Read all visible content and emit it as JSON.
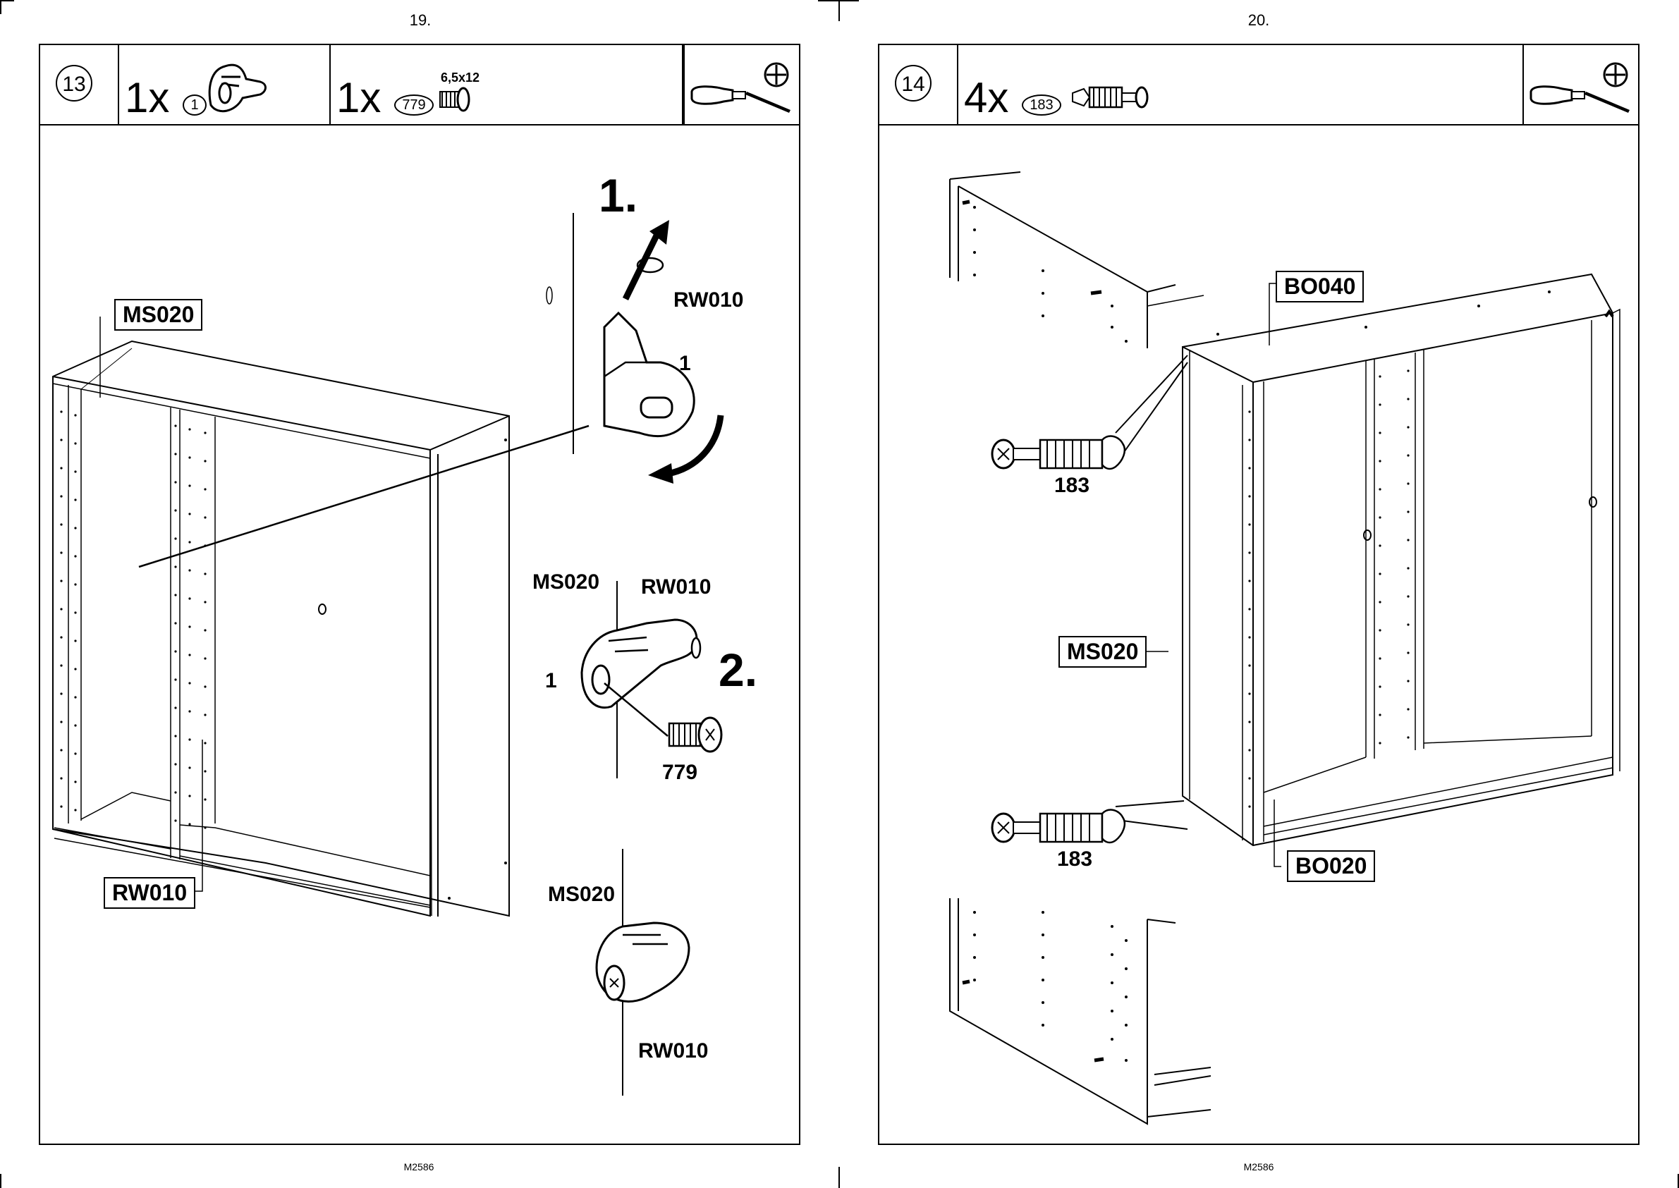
{
  "pages": [
    {
      "number": "19.",
      "footer": "M2586",
      "step": "13",
      "parts": [
        {
          "qty": "1x",
          "id": "1"
        },
        {
          "qty": "1x",
          "id": "779",
          "size": "6,5x12"
        }
      ],
      "labels": {
        "ms020_box": "MS020",
        "rw010_box": "RW010",
        "step1": "1.",
        "rw010_a": "RW010",
        "part1_a": "1",
        "ms020_b": "MS020",
        "rw010_b": "RW010",
        "step2": "2.",
        "part1_b": "1",
        "screw779": "779",
        "ms020_c": "MS020",
        "rw010_c": "RW010"
      }
    },
    {
      "number": "20.",
      "footer": "M2586",
      "step": "14",
      "parts": [
        {
          "qty": "4x",
          "id": "183"
        }
      ],
      "labels": {
        "bo040": "BO040",
        "ms020": "MS020",
        "bo020": "BO020",
        "dowel_top": "183",
        "dowel_bottom": "183"
      }
    }
  ],
  "icons": [
    "screwdriver-icon",
    "phillips-head-icon",
    "cam-fitting-icon",
    "screw-icon",
    "dowel-icon"
  ]
}
